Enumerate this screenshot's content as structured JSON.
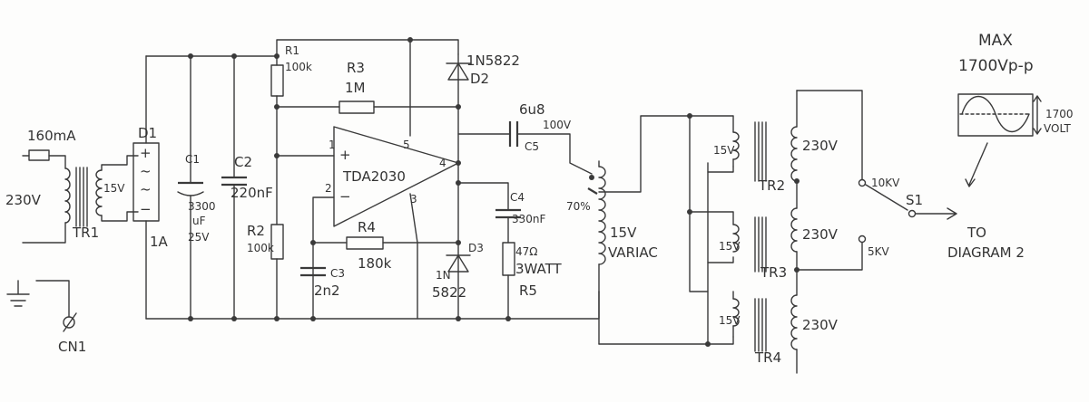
{
  "labels": {
    "fuse": "160mA",
    "mains": "230V",
    "tr1_secondary": "15V",
    "tr1": "TR1",
    "d1": "D1",
    "d1_plus": "+",
    "d1_ac1": "~",
    "d1_ac2": "~",
    "d1_minus": "−",
    "d1_rating": "1A",
    "c1": "C1",
    "c1_value1": "3300",
    "c1_value2": "uF",
    "c1_voltage": "25V",
    "c2": "C2",
    "c2_value": "220nF",
    "r1": "R1",
    "r1_value": "100k",
    "r2": "R2",
    "r2_value": "100k",
    "r3": "R3",
    "r3_value": "1M",
    "ic": "TDA2030",
    "ic_pin1": "1",
    "ic_pin2": "2",
    "ic_pin3": "3",
    "ic_pin4": "4",
    "ic_pin5": "5",
    "ic_plus": "+",
    "ic_minus": "−",
    "r4": "R4",
    "r4_value": "180k",
    "c3": "C3",
    "c3_value": "2n2",
    "d2_part": "1N5822",
    "d2": "D2",
    "d3": "D3",
    "d3_part1": "1N",
    "d3_part2": "5822",
    "c5_value": "6u8",
    "c5_voltage": "100V",
    "c5": "C5",
    "c4": "C4",
    "c4_value": "330nF",
    "r5_value": "47Ω",
    "r5_power": "3WATT",
    "r5": "R5",
    "variac_setting": "70%",
    "variac_voltage": "15V",
    "variac": "VARIAC",
    "tr2_sec": "15V",
    "tr2_pri": "230V",
    "tr2": "TR2",
    "tr3_sec": "15V",
    "tr3_pri": "230V",
    "tr3": "TR3",
    "tr4_sec": "15V",
    "tr4_pri": "230V",
    "tr4": "TR4",
    "tap_10kv": "10KV",
    "tap_5kv": "5KV",
    "s1": "S1",
    "to1": "TO",
    "to2": "DIAGRAM 2",
    "max1": "MAX",
    "max2": "1700Vp-p",
    "amp1": "1700",
    "amp2": "VOLT",
    "cn1": "CN1"
  }
}
